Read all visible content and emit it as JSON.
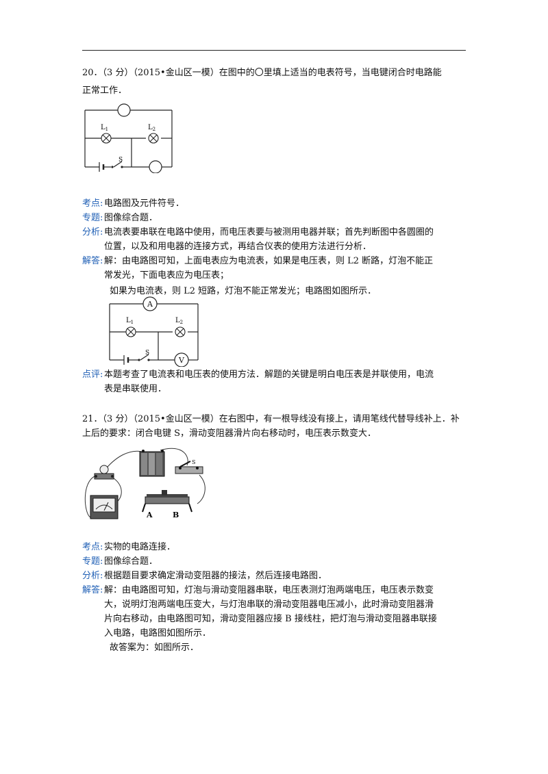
{
  "q20": {
    "stem_line1": "20．（3 分）（2015•金山区一模）在图中的〇里填上适当的电表符号，当电键闭合时电路能",
    "stem_line2": "正常工作．",
    "fig_labels": {
      "l1": "L",
      "l1_sub": "1",
      "l2": "L",
      "l2_sub": "2",
      "s": "S"
    },
    "kaodian_label": "考点:",
    "kaodian_text": "电路图及元件符号．",
    "zhuanti_label": "专题:",
    "zhuanti_text": "图像综合题．",
    "fenxi_label": "分析:",
    "fenxi_line1": "电流表要串联在电路中使用，而电压表要与被测用电器并联；首先判断图中各圆圈的",
    "fenxi_line2": "位置，以及和用电器的连接方式，再结合仪表的使用方法进行分析．",
    "jieda_label": "解答:",
    "jieda_line1": "解：由电路图可知，上面电表应为电流表，如果是电压表，则 L2 断路，灯泡不能正",
    "jieda_line2": "常发光，下面电表应为电压表；",
    "jieda_line3": "如果为电流表，则 L2 短路，灯泡不能正常发光；电路图如图所示．",
    "answer_fig_labels": {
      "a": "A",
      "v": "V",
      "l1": "L",
      "l1_sub": "1",
      "l2": "L",
      "l2_sub": "2",
      "s": "S"
    },
    "dianping_label": "点评:",
    "dianping_line1": "本题考查了电流表和电压表的使用方法．解题的关键是明白电压表是并联使用，电流",
    "dianping_line2": "表是串联使用．"
  },
  "q21": {
    "stem_line1": "21．（3 分）（2015•金山区一模）在右图中，有一根导线没有接上，请用笔线代替导线补上．补",
    "stem_line2": "上后的要求：闭合电键 S，滑动变阻器滑片向右移动时，电压表示数变大．",
    "fig_labels": {
      "a": "A",
      "b": "B",
      "s": "S"
    },
    "kaodian_label": "考点:",
    "kaodian_text": "实物的电路连接．",
    "zhuanti_label": "专题:",
    "zhuanti_text": "图像综合题．",
    "fenxi_label": "分析:",
    "fenxi_text": "根据题目要求确定滑动变阻器的接法，然后连接电路图．",
    "jieda_label": "解答:",
    "jieda_line1": "解：由电路图可知，灯泡与滑动变阻器串联，电压表测灯泡两端电压，电压表示数变",
    "jieda_line2": "大，说明灯泡两端电压变大，与灯泡串联的滑动变阻器电压减小，此时滑动变阻器滑",
    "jieda_line3": "片向右移动，由电路图可知，滑动变阻器应接 B 接线柱，把灯泡与滑动变阻器串联接",
    "jieda_line4": "入电路，电路图如图所示．",
    "jieda_line5": "故答案为：如图所示．"
  }
}
